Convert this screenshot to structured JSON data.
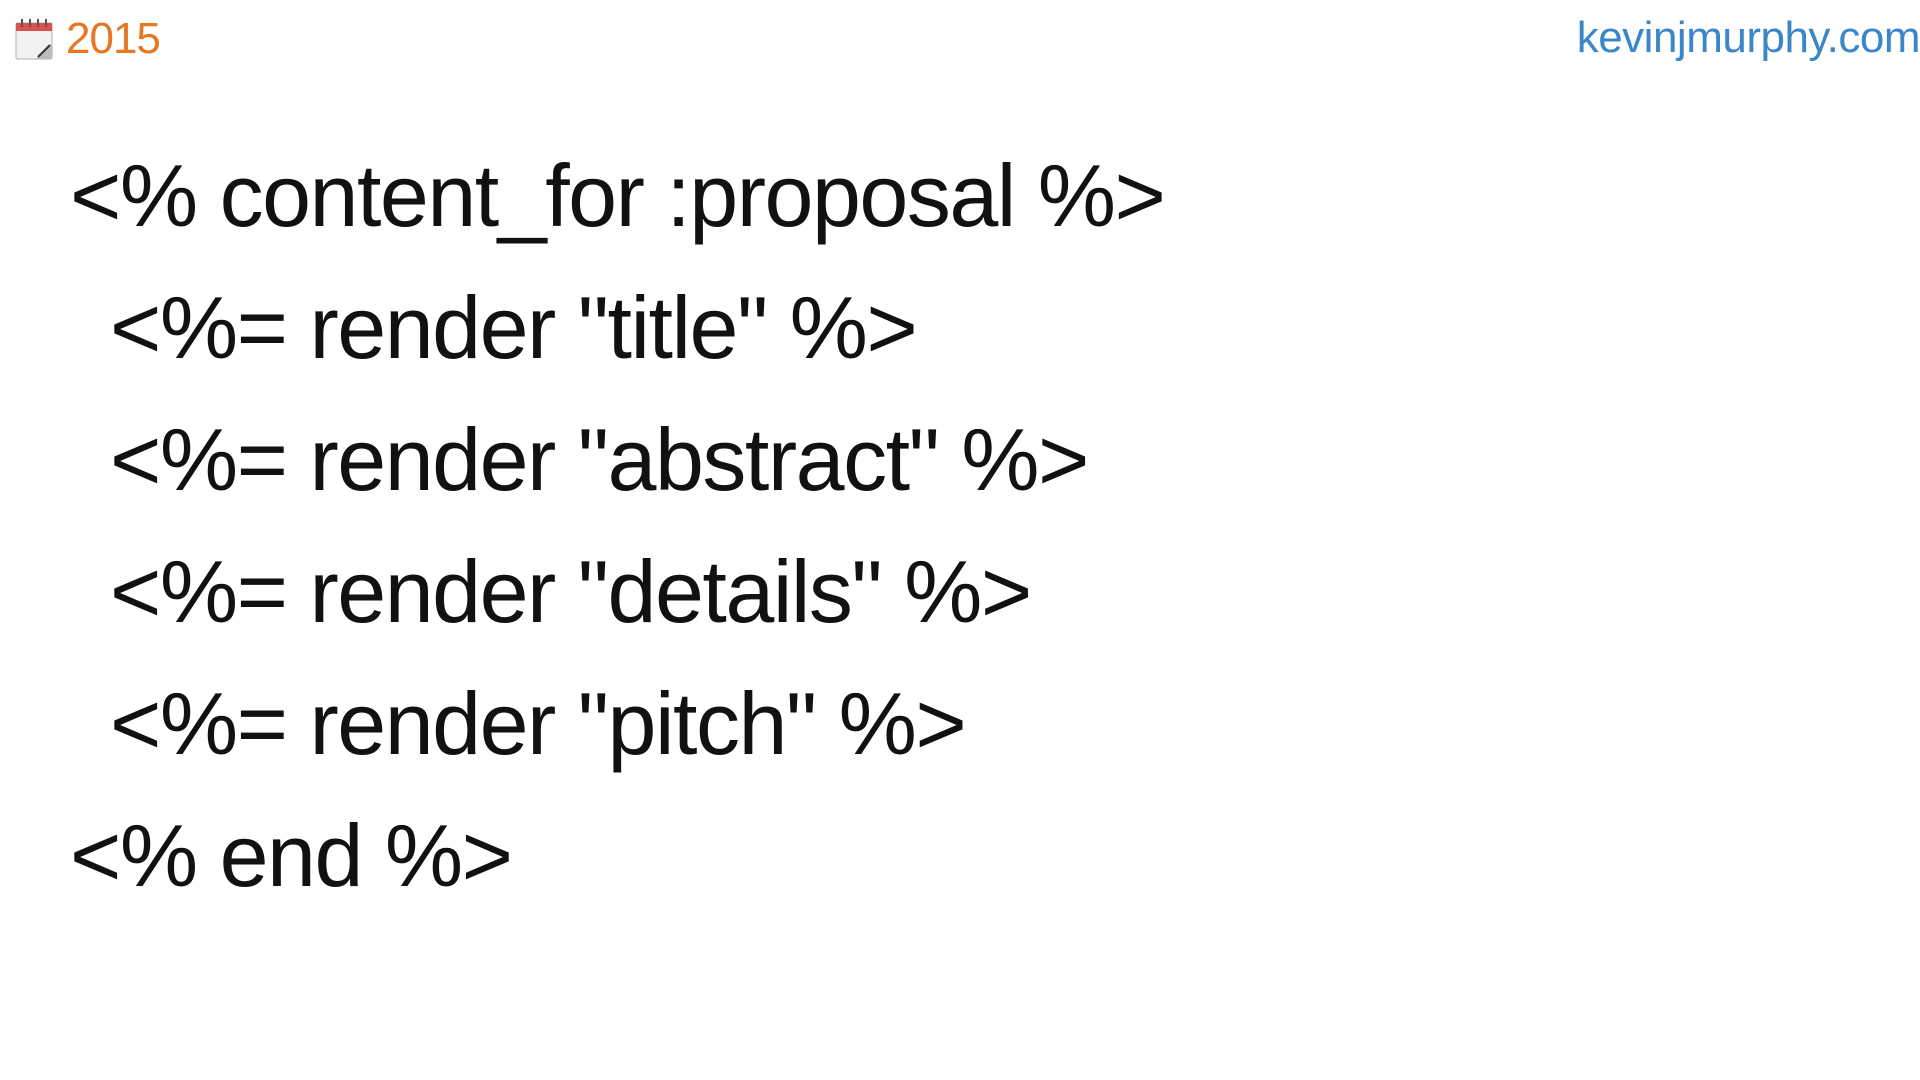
{
  "header": {
    "year": "2015",
    "site": "kevinjmurphy.com",
    "icon": "calendar-icon"
  },
  "colors": {
    "year": "#e87722",
    "site": "#3a86c8",
    "code": "#111111",
    "background": "#ffffff"
  },
  "code": {
    "lines": [
      {
        "text": "<% content_for :proposal %>",
        "indent": false
      },
      {
        "text": "<%= render \"title\" %>",
        "indent": true
      },
      {
        "text": "<%= render \"abstract\" %>",
        "indent": true
      },
      {
        "text": "<%= render \"details\" %>",
        "indent": true
      },
      {
        "text": "<%= render \"pitch\" %>",
        "indent": true
      },
      {
        "text": "<% end %>",
        "indent": false
      }
    ]
  }
}
